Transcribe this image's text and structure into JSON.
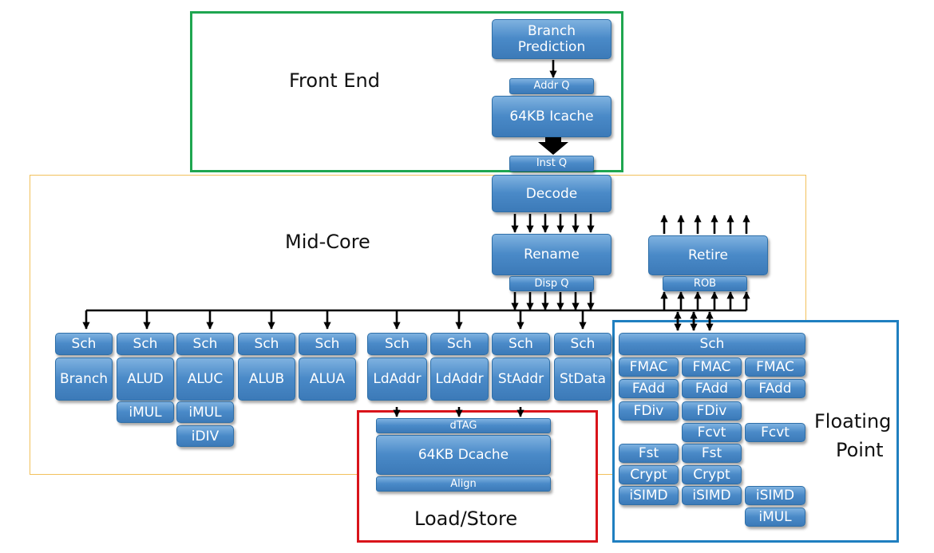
{
  "regions": {
    "front_end": {
      "title": "Front End",
      "color": "#1fa650"
    },
    "mid_core": {
      "title": "Mid-Core",
      "color": "#f2c15c"
    },
    "load_store": {
      "title": "Load/Store",
      "color": "#d9141b"
    },
    "floating_point": {
      "title_line1": "Floating",
      "title_line2": "Point",
      "color": "#1f7fc0"
    }
  },
  "front_end": {
    "branch_prediction_l1": "Branch",
    "branch_prediction_l2": "Prediction",
    "addr_q": "Addr Q",
    "icache": "64KB Icache",
    "inst_q": "Inst Q"
  },
  "mid_core": {
    "decode": "Decode",
    "rename": "Rename",
    "disp_q": "Disp Q",
    "retire": "Retire",
    "rob": "ROB",
    "schedulers": [
      "Sch",
      "Sch",
      "Sch",
      "Sch",
      "Sch",
      "Sch",
      "Sch",
      "Sch",
      "Sch"
    ],
    "units": [
      "Branch",
      "ALUD",
      "ALUC",
      "ALUB",
      "ALUA",
      "LdAddr",
      "LdAddr",
      "StAddr",
      "StData"
    ],
    "alud_extra": [
      "iMUL"
    ],
    "aluc_extra": [
      "iMUL",
      "iDIV"
    ]
  },
  "load_store": {
    "dtag": "dTAG",
    "dcache": "64KB Dcache",
    "align": "Align"
  },
  "floating_point": {
    "sch": "Sch",
    "col1": [
      "FMAC",
      "FAdd",
      "FDiv",
      "Fst",
      "Crypt",
      "iSIMD"
    ],
    "col2": [
      "FMAC",
      "FAdd",
      "FDiv",
      "Fcvt",
      "Fst",
      "Crypt",
      "iSIMD"
    ],
    "col3": [
      "FMAC",
      "FAdd",
      "Fcvt",
      "iSIMD",
      "iMUL"
    ]
  }
}
